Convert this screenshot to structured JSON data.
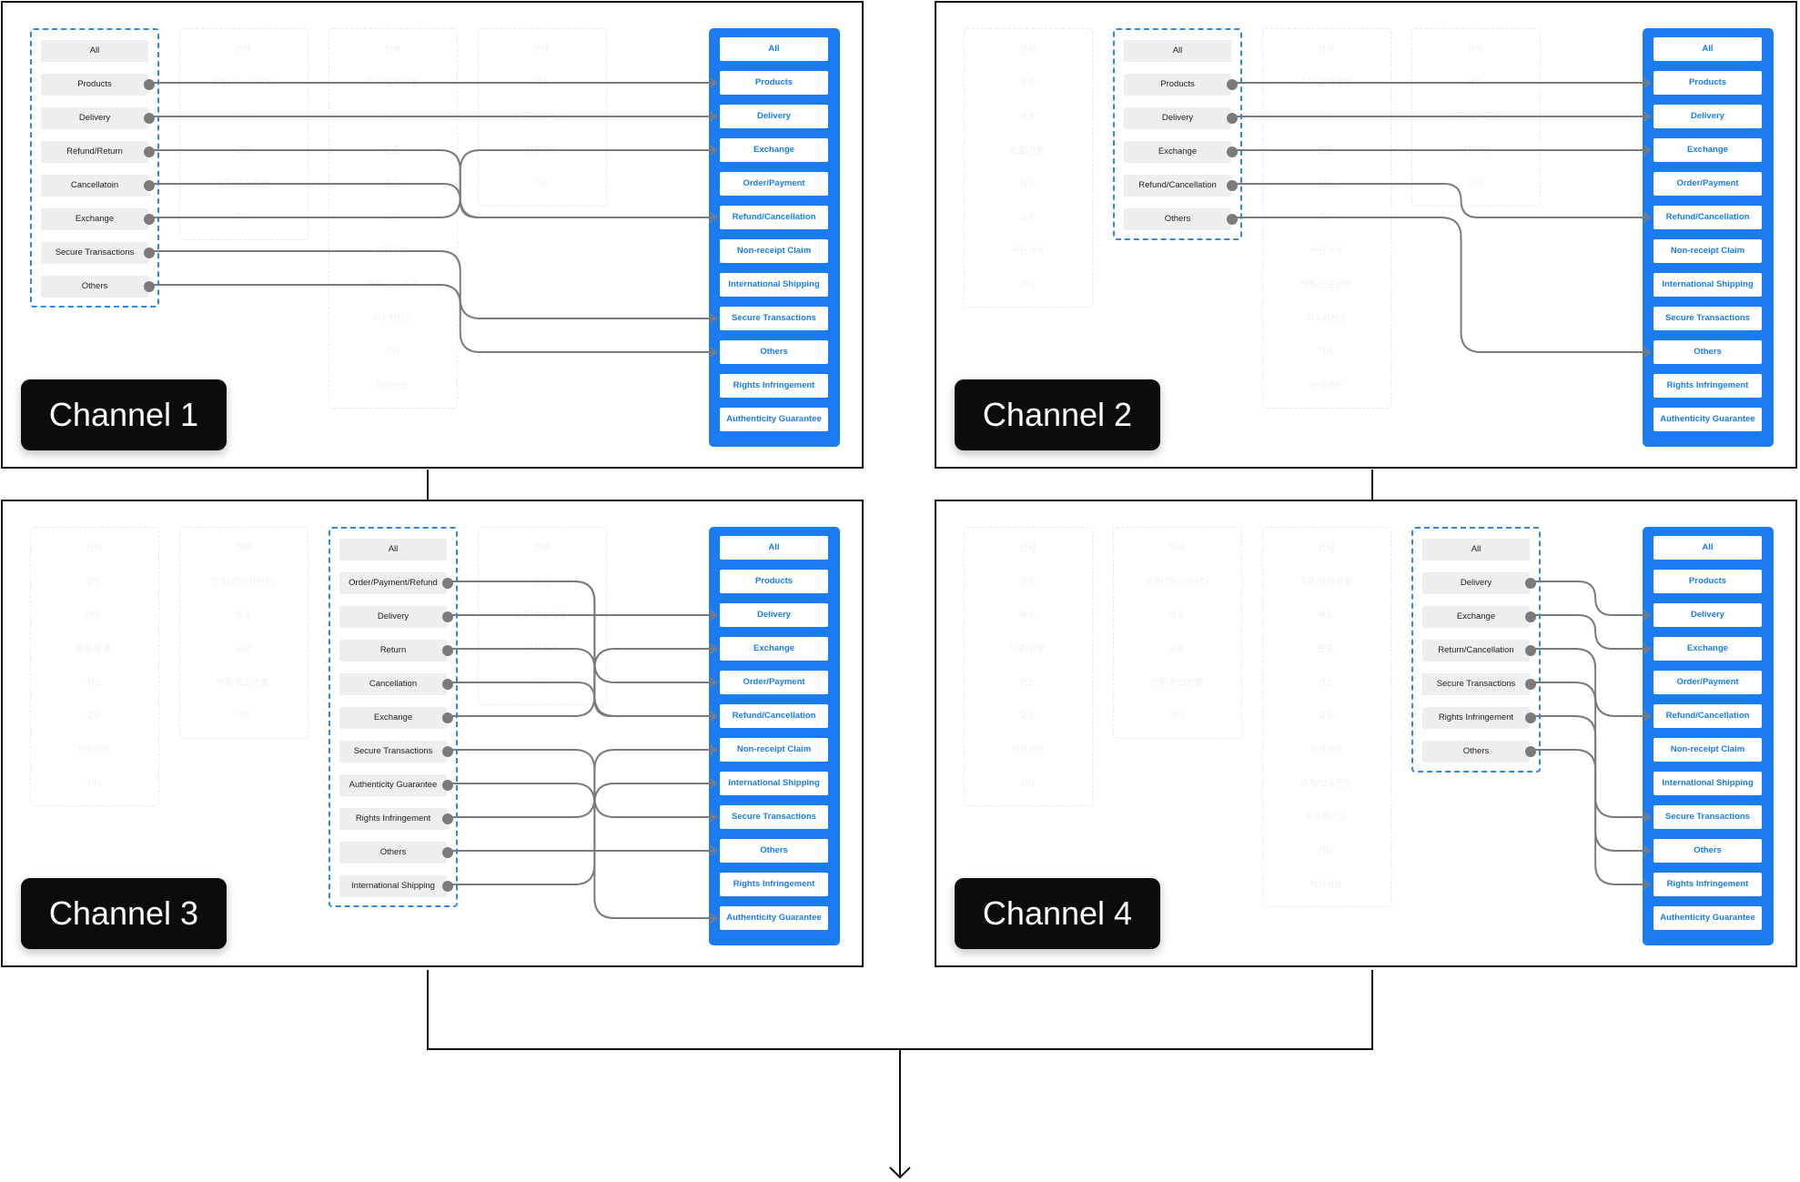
{
  "colors": {
    "panel_border": "#111111",
    "active_dash": "#2f87e6",
    "inactive_dash": "#ddeaf7",
    "target_bg": "#1a7cf0",
    "target_text": "#1a7cf0",
    "chip_bg": "#eeeeee",
    "link": "#7b7b7b",
    "badge_bg": "#0c0c0c"
  },
  "inactive_placeholder_texts": [
    [
      "전체",
      "상품",
      "배송",
      "반품/환불",
      "취소",
      "교환",
      "안전거래",
      "기타"
    ],
    [
      "전체",
      "상품(성능/사이즈)",
      "배송",
      "교환",
      "반품/취소/환불",
      "기타"
    ],
    [
      "전체",
      "주문/결제/환불",
      "배송",
      "반품",
      "취소",
      "교환",
      "안전거래",
      "짝퉁/보증관련",
      "미수취신고",
      "기타",
      "해외배송"
    ],
    [
      "전체",
      "배송",
      "반품/취소/환불",
      "안전거래",
      "기타"
    ]
  ],
  "targets": [
    "All",
    "Products",
    "Delivery",
    "Exchange",
    "Order/Payment",
    "Refund/Cancellation",
    "Non-receipt Claim",
    "International Shipping",
    "Secure Transactions",
    "Others",
    "Rights Infringement",
    "Authenticity Guarantee"
  ],
  "panels": [
    {
      "label": "Channel 1",
      "active_col": 0,
      "sources": [
        "All",
        "Products",
        "Delivery",
        "Refund/Return",
        "Cancellatoin",
        "Exchange",
        "Secure Transactions",
        "Others"
      ],
      "links": [
        [
          1,
          1
        ],
        [
          2,
          2
        ],
        [
          3,
          5
        ],
        [
          4,
          5
        ],
        [
          5,
          3
        ],
        [
          6,
          8
        ],
        [
          7,
          9
        ]
      ]
    },
    {
      "label": "Channel 2",
      "active_col": 1,
      "sources": [
        "All",
        "Products",
        "Delivery",
        "Exchange",
        "Refund/Cancellation",
        "Others"
      ],
      "links": [
        [
          1,
          1
        ],
        [
          2,
          2
        ],
        [
          3,
          3
        ],
        [
          4,
          5
        ],
        [
          5,
          9
        ]
      ]
    },
    {
      "label": "Channel 3",
      "active_col": 2,
      "sources": [
        "All",
        "Order/Payment/Refund",
        "Delivery",
        "Return",
        "Cancellation",
        "Exchange",
        "Secure Transactions",
        "Authenticity Guarantee",
        "Rights Infringement",
        "Others",
        "International Shipping"
      ],
      "links": [
        [
          1,
          4
        ],
        [
          1,
          5
        ],
        [
          2,
          2
        ],
        [
          3,
          5
        ],
        [
          4,
          5
        ],
        [
          5,
          3
        ],
        [
          6,
          8
        ],
        [
          7,
          11
        ],
        [
          8,
          6
        ],
        [
          9,
          9
        ],
        [
          10,
          7
        ]
      ]
    },
    {
      "label": "Channel 4",
      "active_col": 3,
      "sources": [
        "All",
        "Delivery",
        "Exchange",
        "Return/Cancellation",
        "Secure Transactions",
        "Rights Infringement",
        "Others"
      ],
      "links": [
        [
          1,
          2
        ],
        [
          2,
          3
        ],
        [
          3,
          5
        ],
        [
          4,
          8
        ],
        [
          5,
          10
        ],
        [
          6,
          9
        ]
      ]
    }
  ]
}
